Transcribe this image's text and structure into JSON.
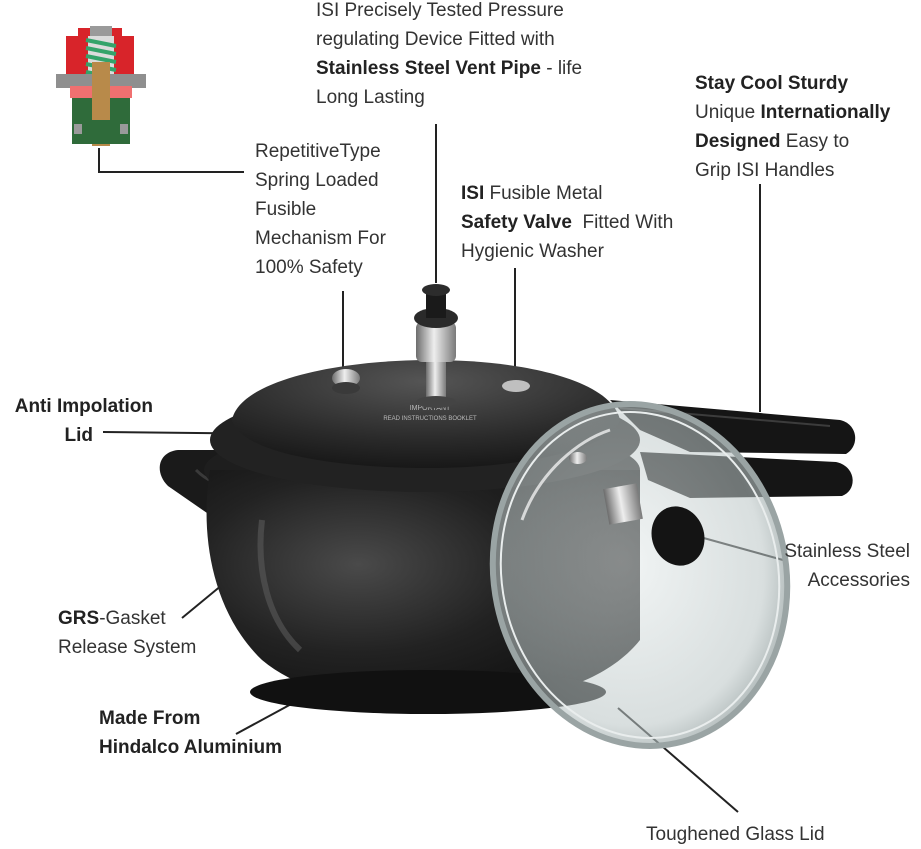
{
  "labels": {
    "vent_pipe": {
      "line1": "ISI Precisely Tested Pressure",
      "line2": "regulating Device Fitted with",
      "line3_bold": "Stainless Steel Vent Pipe",
      "line3_rest": " - life",
      "line4": "Long Lasting"
    },
    "handles": {
      "line1_bold": "Stay Cool Sturdy",
      "line2_pre": "Unique ",
      "line2_bold": "Internationally",
      "line3_bold": "Designed",
      "line3_rest": " Easy to",
      "line4": "Grip ISI Handles"
    },
    "fusible": {
      "line1": "RepetitiveType",
      "line2": "Spring Loaded",
      "line3": "Fusible",
      "line4": "Mechanism For",
      "line5": "100% Safety"
    },
    "safety_valve": {
      "line1_bold": "ISI",
      "line1_rest": " Fusible Metal",
      "line2_bold": "Safety Valve",
      "line2_rest": "  Fitted With",
      "line3": "Hygienic Washer"
    },
    "lid": {
      "line1": "Anti Impolation",
      "line2": "Lid"
    },
    "gasket": {
      "line1_bold": "GRS",
      "line1_rest": "-Gasket",
      "line2": "Release System"
    },
    "aluminium": {
      "line1": "Made From",
      "line2": "Hindalco Aluminium"
    },
    "accessories": {
      "line1": "Stainless Steel",
      "line2": "Accessories"
    },
    "glass_lid": {
      "line1": "Toughened Glass Lid"
    }
  },
  "product_marking": {
    "line1": "IMPORTANT",
    "line2": "READ INSTRUCTIONS BOOKLET"
  },
  "colors": {
    "text": "#333333",
    "leader_line": "#222222",
    "cooker_body": "#1c1c1c",
    "glass": "#cfd6d6",
    "spring": "#34a36a",
    "cap": "#d8242a"
  }
}
